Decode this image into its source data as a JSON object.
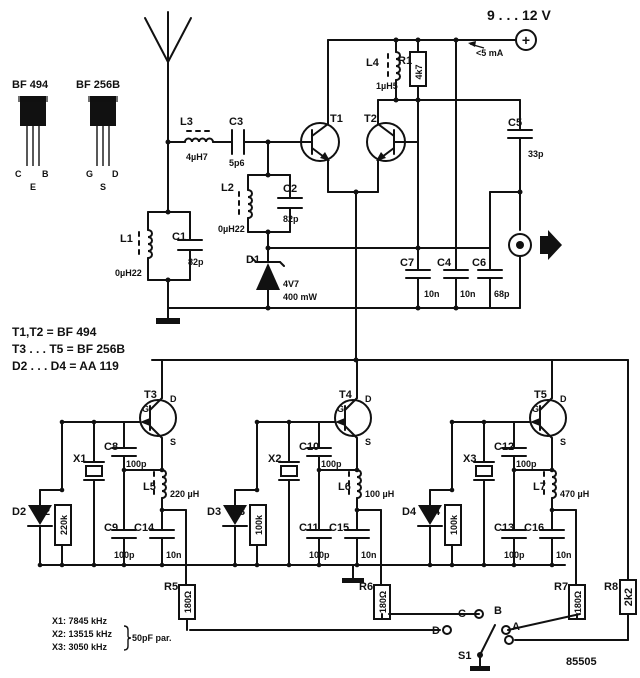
{
  "supply": {
    "voltage": "9 . . . 12 V",
    "current": "<5 mA",
    "plus": "+"
  },
  "packages": [
    {
      "title": "BF 494",
      "pins": [
        "C",
        "E",
        "B"
      ]
    },
    {
      "title": "BF 256B",
      "pins": [
        "G",
        "S",
        "D"
      ]
    }
  ],
  "legend": [
    "T1,T2  = BF 494",
    "T3 . . . T5 = BF 256B",
    "D2 . . . D4 = AA 119"
  ],
  "crystals": [
    "X1: 7845 kHz",
    "X2: 13515 kHz",
    "X3: 3050 kHz"
  ],
  "crystal_note": "50pF par.",
  "figure_number": "85505",
  "top": {
    "L3": {
      "ref": "L3",
      "value": "4µH7"
    },
    "C3": {
      "ref": "C3",
      "value": "5p6"
    },
    "L2": {
      "ref": "L2",
      "value": "0µH22"
    },
    "C2": {
      "ref": "C2",
      "value": "82p"
    },
    "L1": {
      "ref": "L1",
      "value": "0µH22"
    },
    "C1": {
      "ref": "C1",
      "value": "82p"
    },
    "D1": {
      "ref": "D1",
      "value": "4V7",
      "value2": "400 mW"
    },
    "L4": {
      "ref": "L4",
      "value": "1µH5"
    },
    "R1": {
      "ref": "R1",
      "value": "4k7"
    },
    "T1": "T1",
    "T2": "T2",
    "C5": {
      "ref": "C5",
      "value": "33p"
    },
    "C7": {
      "ref": "C7",
      "value": "10n"
    },
    "C4": {
      "ref": "C4",
      "value": "10n"
    },
    "C6": {
      "ref": "C6",
      "value": "68p"
    }
  },
  "oscillators": [
    {
      "T": "T3",
      "X": "X1",
      "C_top": {
        "ref": "C8",
        "value": "100p"
      },
      "L": {
        "ref": "L5",
        "value": "220 µH"
      },
      "D": "D2",
      "R": {
        "ref": "R2",
        "value": "220k"
      },
      "C_a": {
        "ref": "C9",
        "value": "100p"
      },
      "C_b": {
        "ref": "C14",
        "value": "10n"
      },
      "Rs": {
        "ref": "R5",
        "value": "180Ω"
      }
    },
    {
      "T": "T4",
      "X": "X2",
      "C_top": {
        "ref": "C10",
        "value": "100p"
      },
      "L": {
        "ref": "L6",
        "value": "100 µH"
      },
      "D": "D3",
      "R": {
        "ref": "R3",
        "value": "100k"
      },
      "C_a": {
        "ref": "C11",
        "value": "100p"
      },
      "C_b": {
        "ref": "C15",
        "value": "10n"
      },
      "Rs": {
        "ref": "R6",
        "value": "180Ω"
      }
    },
    {
      "T": "T5",
      "X": "X3",
      "C_top": {
        "ref": "C12",
        "value": "100p"
      },
      "L": {
        "ref": "L7",
        "value": "470 µH"
      },
      "D": "D4",
      "R": {
        "ref": "R4",
        "value": "100k"
      },
      "C_a": {
        "ref": "C13",
        "value": "100p"
      },
      "C_b": {
        "ref": "C16",
        "value": "10n"
      },
      "Rs": {
        "ref": "R7",
        "value": "180Ω"
      }
    }
  ],
  "fet_pins": {
    "g": "G",
    "d": "D",
    "s": "S"
  },
  "R8": {
    "ref": "R8",
    "value": "2k2"
  },
  "switch": {
    "ref": "S1",
    "positions": [
      "A",
      "B",
      "C",
      "D"
    ]
  }
}
